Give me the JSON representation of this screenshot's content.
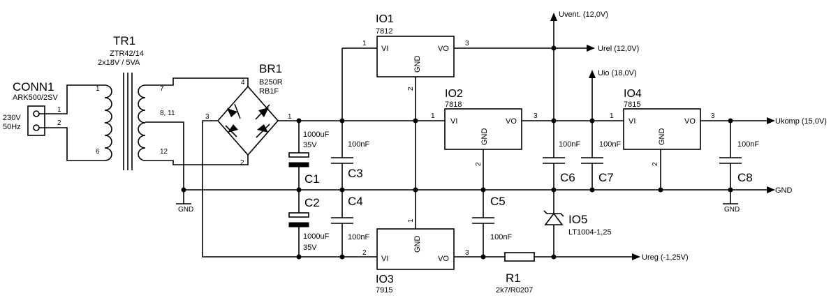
{
  "conn1": {
    "ref": "CONN1",
    "value": "ARK500/2SV",
    "label_voltage": "230V",
    "label_freq": "50Hz",
    "pin1": "1",
    "pin2": "2"
  },
  "tr1": {
    "ref": "TR1",
    "value": "ZTR42/14",
    "spec": "2x18V / 5VA",
    "pin1": "1",
    "pin6": "6",
    "pin7": "7",
    "pin8_11": "8, 11",
    "pin12": "12"
  },
  "br1": {
    "ref": "BR1",
    "value1": "B250R",
    "value2": "RB1F",
    "pin1": "1",
    "pin2": "2",
    "pin3": "3",
    "pin4": "4"
  },
  "io1": {
    "ref": "IO1",
    "value": "7812",
    "vi": "VI",
    "gnd": "GND",
    "vo": "VO",
    "pin_in": "1",
    "pin_gnd": "2",
    "pin_out": "3"
  },
  "io2": {
    "ref": "IO2",
    "value": "7818",
    "vi": "VI",
    "gnd": "GND",
    "vo": "VO",
    "pin_in": "1",
    "pin_gnd": "2",
    "pin_out": "3"
  },
  "io3": {
    "ref": "IO3",
    "value": "7915",
    "vi": "VI",
    "gnd": "GND",
    "vo": "VO",
    "pin_in": "2",
    "pin_gnd": "1",
    "pin_out": "3"
  },
  "io4": {
    "ref": "IO4",
    "value": "7815",
    "vi": "VI",
    "gnd": "GND",
    "vo": "VO",
    "pin_in": "1",
    "pin_gnd": "2",
    "pin_out": "3"
  },
  "io5": {
    "ref": "IO5",
    "value": "LT1004-1,25"
  },
  "c1": {
    "ref": "C1",
    "value": "1000uF",
    "voltage": "35V"
  },
  "c2": {
    "ref": "C2",
    "value": "1000uF",
    "voltage": "35V"
  },
  "c3": {
    "ref": "C3",
    "value": "100nF"
  },
  "c4": {
    "ref": "C4",
    "value": "100nF"
  },
  "c5": {
    "ref": "C5",
    "value": "100nF"
  },
  "c6": {
    "ref": "C6",
    "value": "100nF"
  },
  "c7": {
    "ref": "C7",
    "value": "100nF"
  },
  "c8": {
    "ref": "C8",
    "value": "100nF"
  },
  "r1": {
    "ref": "R1",
    "value": "2k7/R0207"
  },
  "nets": {
    "uvent": "Uvent. (12,0V)",
    "urel": "Urel (12,0V)",
    "uio": "Uio (18,0V)",
    "ukomp": "Ukomp (15,0V)",
    "gnd": "GND",
    "ureg": "Ureg (-1,25V)",
    "gnd_sym_left": "GND",
    "gnd_sym_right": "GND"
  }
}
